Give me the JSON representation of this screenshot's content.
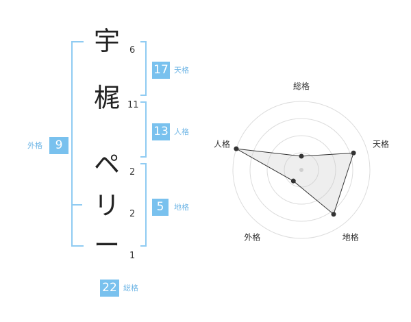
{
  "name": {
    "characters": [
      {
        "char": "宇",
        "strokes": "6"
      },
      {
        "char": "梶",
        "strokes": "11"
      },
      {
        "char": "ペ",
        "strokes": "2"
      },
      {
        "char": "リ",
        "strokes": "2"
      },
      {
        "char": "ー",
        "strokes": "1"
      }
    ]
  },
  "kakusu": {
    "tenkaku": {
      "value": "17",
      "label": "天格"
    },
    "jinkaku": {
      "value": "13",
      "label": "人格"
    },
    "chikaku": {
      "value": "5",
      "label": "地格"
    },
    "gaikaku": {
      "value": "9",
      "label": "外格"
    },
    "soukaku": {
      "value": "22",
      "label": "総格"
    }
  },
  "colors": {
    "accent": "#79c1ee",
    "bracket": "#8fcbf2",
    "label": "#6fb6e6"
  },
  "chart_data": {
    "type": "radar",
    "axes": [
      "総格",
      "天格",
      "地格",
      "外格",
      "人格"
    ],
    "values": [
      1,
      4,
      4,
      1,
      5
    ],
    "rmax": 5,
    "rings": 4
  }
}
